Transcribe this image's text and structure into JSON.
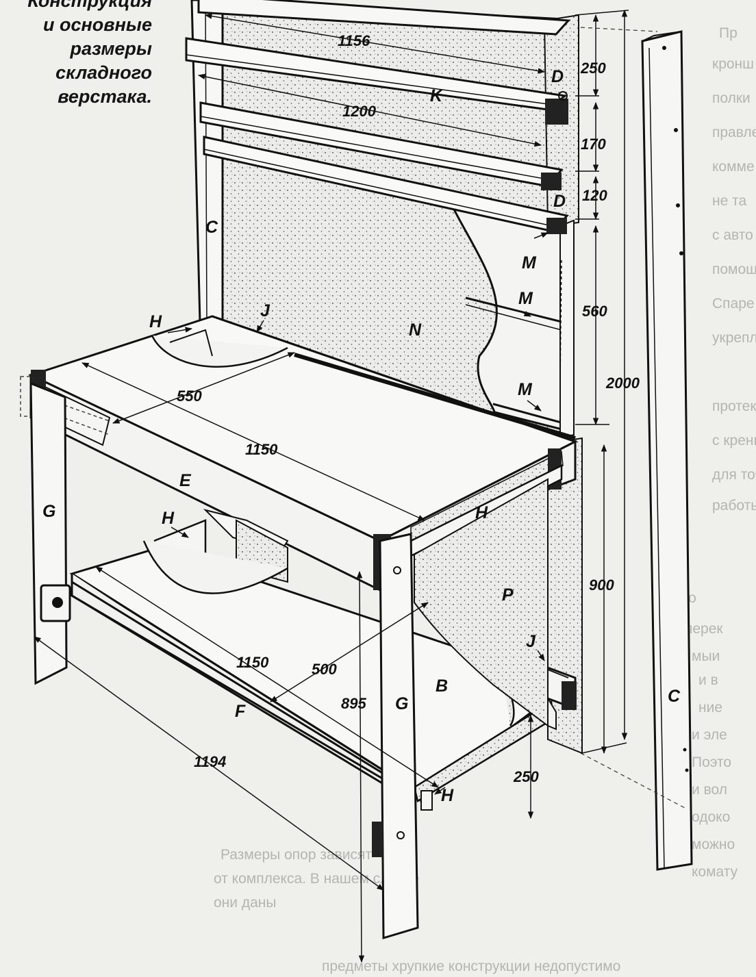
{
  "caption": [
    "Конструкция",
    "и основные",
    "размеры",
    "складного",
    "верстака."
  ],
  "part_labels": {
    "c_left": "C",
    "c_right": "C",
    "d_top": "D",
    "d_mid": "D",
    "k": "K",
    "n": "N",
    "p": "P",
    "m1": "M",
    "m2": "M",
    "m3": "M",
    "h_top": "H",
    "h_mid": "H",
    "h_right": "H",
    "h_bottom": "H",
    "j_top": "J",
    "j_bottom": "J",
    "e": "E",
    "f": "F",
    "g_left": "G",
    "g_front": "G",
    "b": "B"
  },
  "dimensions": {
    "d1156": "1156",
    "d1200": "1200",
    "d250_top": "250",
    "d170": "170",
    "d120": "120",
    "d560": "560",
    "d2000": "2000",
    "d900": "900",
    "d550": "550",
    "d1150_top": "1150",
    "d1150_bottom": "1150",
    "d500": "500",
    "d895": "895",
    "d1194": "1194",
    "d250_bottom": "250"
  },
  "background_text": {
    "right_column": [
      "Пр",
      "кронш",
      "полки",
      "правле",
      "комме",
      "не та",
      "с авто",
      "помощ",
      "Спаре",
      "укрепл",
      "протекл",
      "с кренп",
      "для точ",
      "работы"
    ],
    "bottom_right": [
      "По",
      "перек",
      "мыи",
      "и в",
      "ние",
      "и эле",
      "Поэто",
      "и вол",
      "одоко",
      "можно",
      "комату"
    ],
    "bottom_left": [
      "Размеры опор зависят",
      "от комплекса. В нашем случае",
      "они даны"
    ],
    "footer": [
      "предметы хрупкие конструкции недопустимо"
    ]
  }
}
